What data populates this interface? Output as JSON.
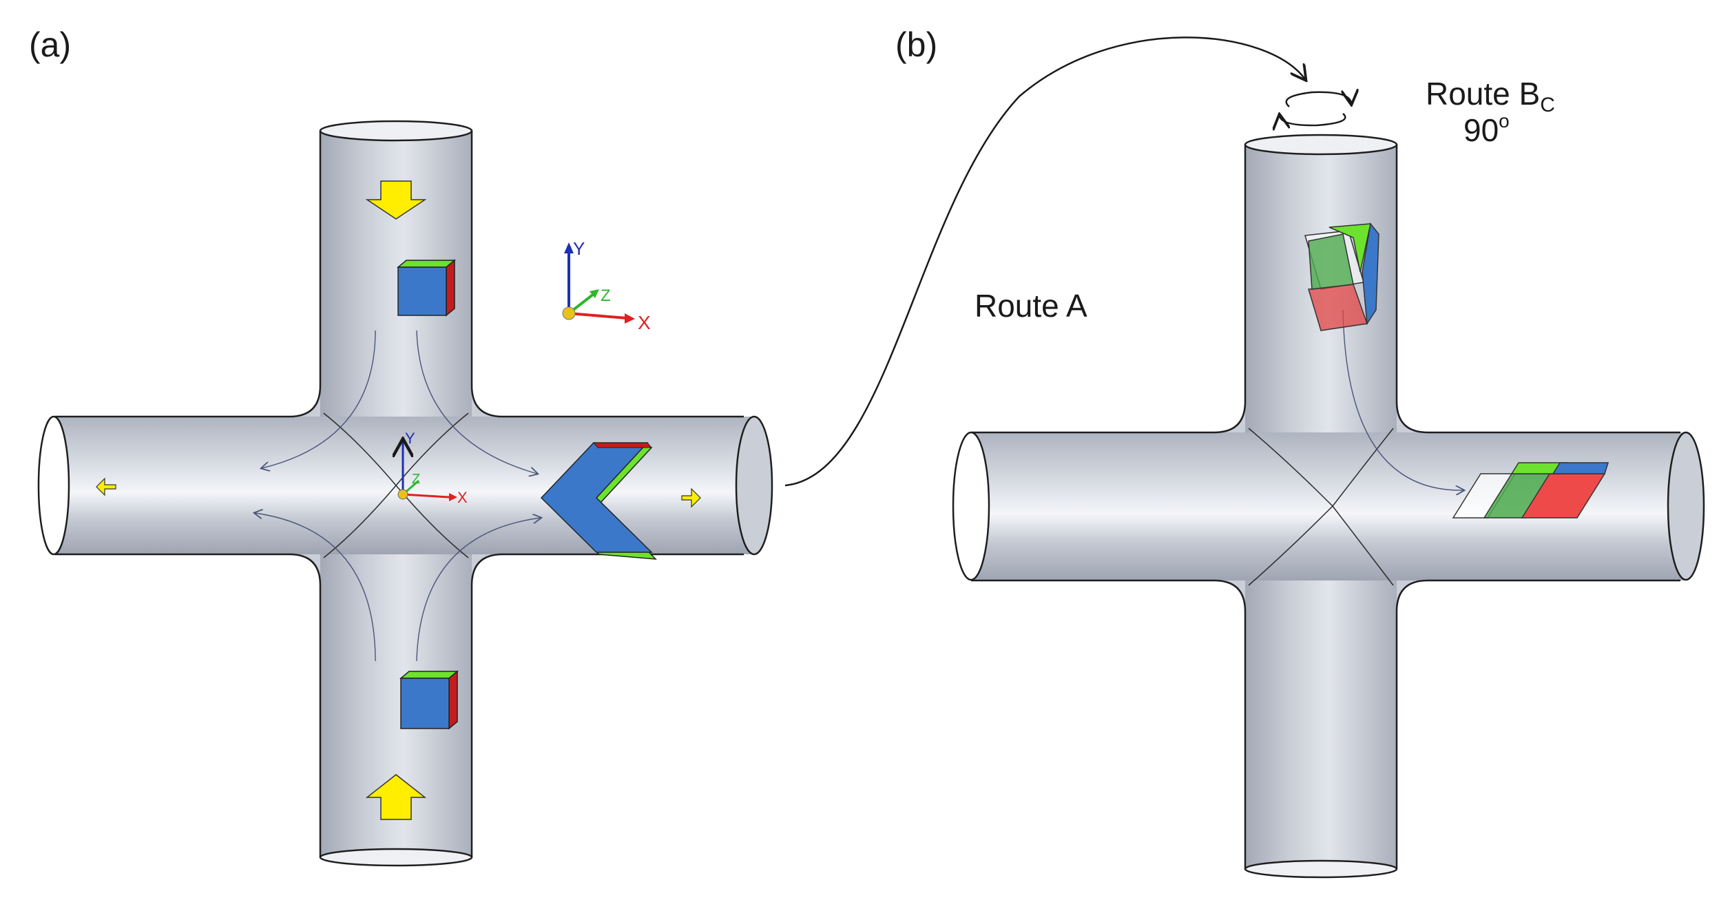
{
  "panel_a": {
    "label": "(a)"
  },
  "panel_b": {
    "label": "(b)",
    "route_b_label": "Route B",
    "route_b_sub": "C",
    "angle_label": "90",
    "angle_sup": "o"
  },
  "route_a": {
    "label": "Route A"
  },
  "axes": {
    "x": "X",
    "y": "Y",
    "z": "Z"
  },
  "colors": {
    "tube_fill": "#c7ccd6",
    "tube_edge": "#1e1e1e",
    "arrow_yellow": "#ffee00",
    "face_blue": "#3b78c9",
    "face_green": "#6de22e",
    "face_red": "#c41c1c",
    "axis_red": "#e02020",
    "axis_green": "#2db52d",
    "axis_blue": "#1c2fb8"
  }
}
